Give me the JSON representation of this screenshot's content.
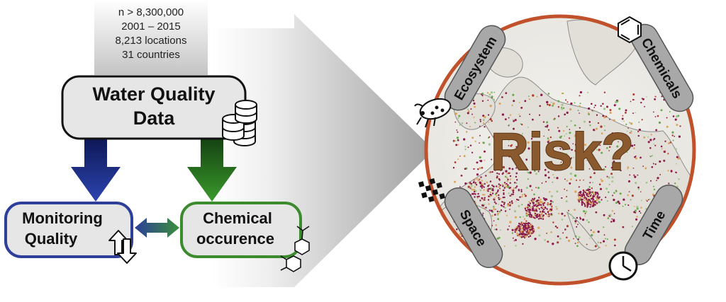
{
  "stats": {
    "lines": [
      "n > 8,300,000",
      "2001 – 2015",
      "8,213 locations",
      "31 countries"
    ]
  },
  "data_box": {
    "lines": [
      "Water Quality",
      "Data"
    ],
    "icon": "database-icon"
  },
  "monitoring_box": {
    "lines": [
      "Monitoring",
      "Quality"
    ],
    "icon": "up-down-arrow-icon",
    "color": "#2e3f9a"
  },
  "chemical_box": {
    "lines": [
      "Chemical",
      "occurence"
    ],
    "icon": "molecule-icon",
    "color": "#3d8b2f"
  },
  "risk": {
    "label": "Risk?",
    "ring_color": "#c0512a",
    "map_icon": "europe-map"
  },
  "aspects": [
    {
      "id": "ecosystem",
      "label": "Ecosystem",
      "icon": "bug-icon"
    },
    {
      "id": "chemicals",
      "label": "Chemicals",
      "icon": "benzene-ring-icon"
    },
    {
      "id": "space",
      "label": "Space",
      "icon": "grid-icon"
    },
    {
      "id": "time",
      "label": "Time",
      "icon": "clock-icon"
    }
  ],
  "colors": {
    "arrow_blue": "#1f2f8a",
    "arrow_green": "#2f7d22",
    "box_fill": "#e6e6e6",
    "band_fill": "#a8a8a8"
  }
}
